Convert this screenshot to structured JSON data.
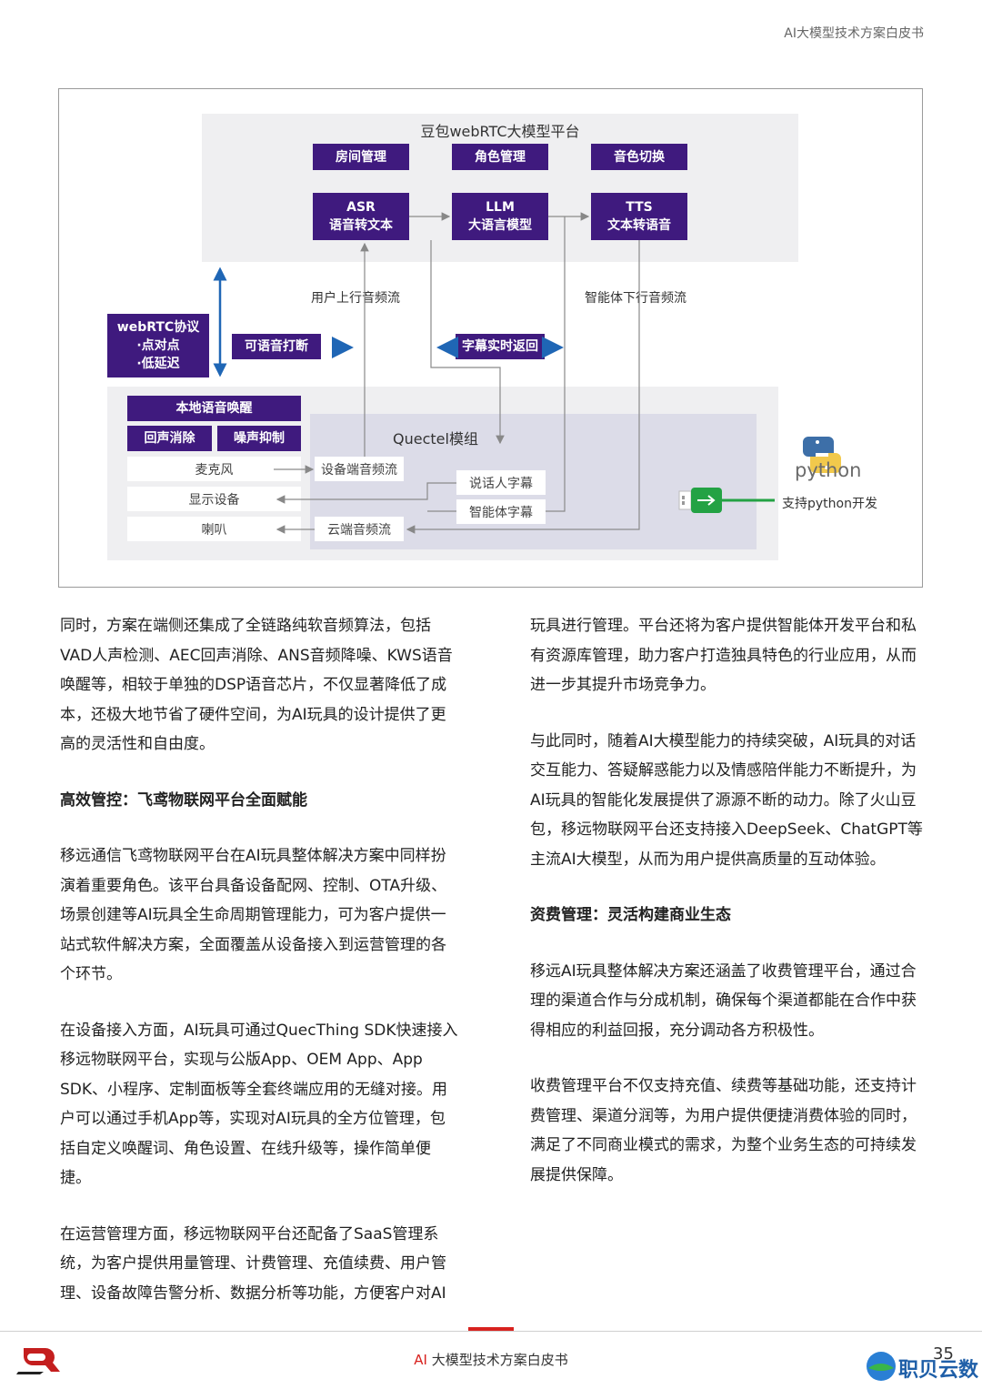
{
  "header": {
    "title": "AI大模型技术方案白皮书"
  },
  "diagram": {
    "platform_title": "豆包webRTC大模型平台",
    "platform_modules": [
      "房间管理",
      "角色管理",
      "音色切换"
    ],
    "asr": {
      "line1": "ASR",
      "line2": "语音转文本"
    },
    "llm": {
      "line1": "LLM",
      "line2": "大语言模型"
    },
    "tts": {
      "line1": "TTS",
      "line2": "文本转语音"
    },
    "uplink_label": "用户上行音频流",
    "downlink_label": "智能体下行音频流",
    "webrtc": {
      "line1": "webRTC协议",
      "line2": "·点对点",
      "line3": "·低延迟"
    },
    "interrupt_label": "可语音打断",
    "subtitle_return_label": "字幕实时返回",
    "local_wake": "本地语音唤醒",
    "echo_cancel": "回声消除",
    "noise_suppress": "噪声抑制",
    "quectel_title": "Quectel模组",
    "devices": [
      "麦克风",
      "显示设备",
      "喇叭"
    ],
    "device_stream": "设备端音频流",
    "cloud_stream": "云端音频流",
    "speaker_subtitle": "说话人字幕",
    "agent_subtitle": "智能体字幕",
    "python_logo_text": "python",
    "python_support": "支持python开发",
    "colors": {
      "module_purple": "#3f1a7e",
      "panel_gray": "#efeff1",
      "quectel_lilac": "#dcdce8",
      "usb_green": "#23a244",
      "python_blue": "#3d6fa8",
      "python_yellow": "#f2c94c"
    }
  },
  "left_column": [
    {
      "text": "同时，方案在端侧还集成了全链路纯软音频算法，包括VAD人声检测、AEC回声消除、ANS音频降噪、KWS语音唤醒等，相较于单独的DSP语音芯片，不仅显著降低了成本，还极大地节省了硬件空间，为AI玩具的设计提供了更高的灵活性和自由度。"
    },
    {
      "text": "高效管控：飞鸢物联网平台全面赋能",
      "heading": true
    },
    {
      "text": "移远通信飞鸢物联网平台在AI玩具整体解决方案中同样扮演着重要角色。该平台具备设备配网、控制、OTA升级、场景创建等AI玩具全生命周期管理能力，可为客户提供一站式软件解决方案，全面覆盖从设备接入到运营管理的各个环节。"
    },
    {
      "text": "在设备接入方面，AI玩具可通过QuecThing SDK快速接入移远物联网平台，实现与公版App、OEM App、App SDK、小程序、定制面板等全套终端应用的无缝对接。用户可以通过手机App等，实现对AI玩具的全方位管理，包括自定义唤醒词、角色设置、在线升级等，操作简单便捷。"
    },
    {
      "text": "在运营管理方面，移远物联网平台还配备了SaaS管理系统，为客户提供用量管理、计费管理、充值续费、用户管理、设备故障告警分析、数据分析等功能，方便客户对AI"
    }
  ],
  "right_column": [
    {
      "text": "玩具进行管理。平台还将为客户提供智能体开发平台和私有资源库管理，助力客户打造独具特色的行业应用，从而进一步其提升市场竞争力。"
    },
    {
      "text": "与此同时，随着AI大模型能力的持续突破，AI玩具的对话交互能力、答疑解惑能力以及情感陪伴能力不断提升，为AI玩具的智能化发展提供了源源不断的动力。除了火山豆包，移远物联网平台还支持接入DeepSeek、ChatGPT等主流AI大模型，从而为用户提供高质量的互动体验。"
    },
    {
      "text": "资费管理：灵活构建商业生态",
      "heading": true
    },
    {
      "text": "移远AI玩具整体解决方案还涵盖了收费管理平台，通过合理的渠道合作与分成机制，确保每个渠道都能在合作中获得相应的利益回报，充分调动各方积极性。"
    },
    {
      "text": "收费管理平台不仅支持充值、续费等基础功能，还支持计费管理、渠道分润等，为用户提供便捷消费体验的同时，满足了不同商业模式的需求，为整个业务生态的可持续发展提供保障。"
    }
  ],
  "footer": {
    "prefix": "AI",
    "title": "大模型技术方案白皮书",
    "page_number": "35",
    "watermark": "职贝云数"
  }
}
